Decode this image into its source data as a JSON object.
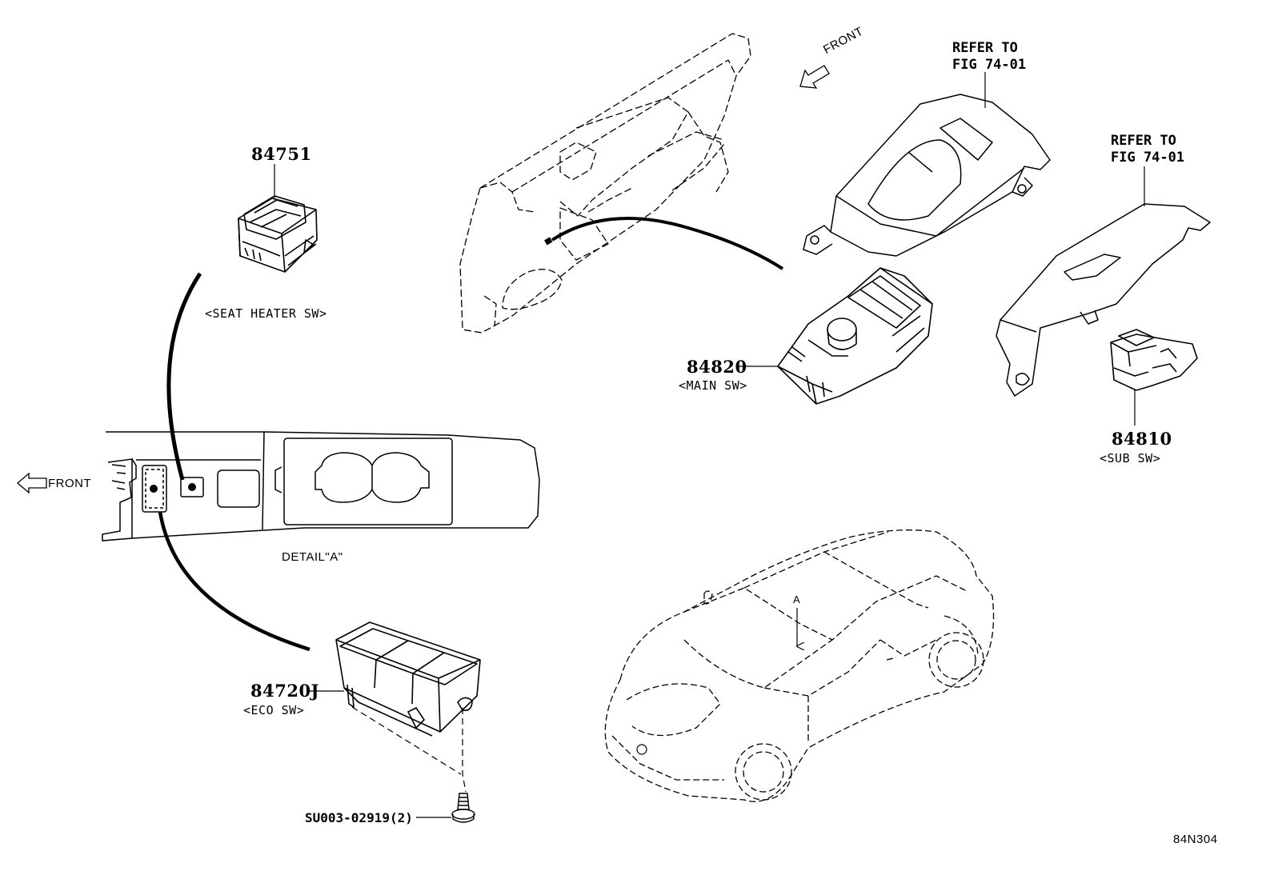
{
  "labels": {
    "part_84751": "84751",
    "seat_heater_sw": "<SEAT HEATER SW>",
    "front_left": "FRONT",
    "detail_a": "DETAIL\"A\"",
    "part_84720j": "84720J",
    "eco_sw": "<ECO SW>",
    "screw_part": "SU003-02919(2)",
    "front_top": "FRONT",
    "refer_1_line1": "REFER TO",
    "refer_1_line2": "FIG 74-01",
    "refer_2_line1": "REFER TO",
    "refer_2_line2": "FIG 74-01",
    "part_84820": "84820",
    "main_sw": "<MAIN SW>",
    "part_84810": "84810",
    "sub_sw": "<SUB SW>",
    "view_marker_a": "A",
    "figure_code": "84N304"
  }
}
